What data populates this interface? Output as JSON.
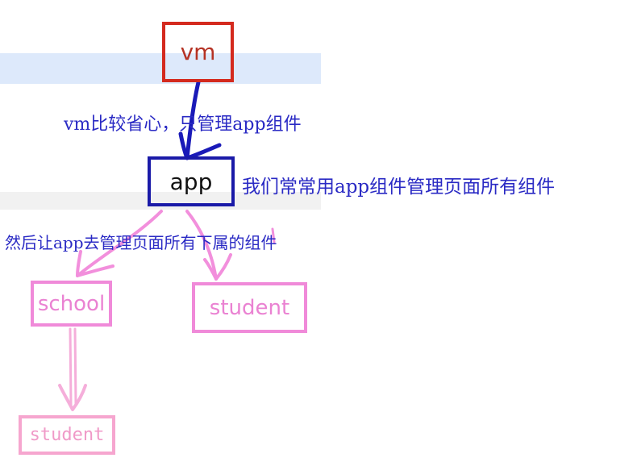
{
  "nodes": {
    "vm": "vm",
    "app": "app",
    "school": "school",
    "student_top": "student",
    "student_bottom": "student"
  },
  "annotations": {
    "vm_note": "vm比较省心，只管理app组件",
    "app_note": "我们常常用app组件管理页面所有组件",
    "sub_note": "然后让app去管理页面所有下属的组件"
  },
  "colors": {
    "vm_border": "#d42a1e",
    "app_border": "#1a1aa8",
    "child_border": "#f08ad9",
    "grandchild_border": "#f6a6cf",
    "note_text": "#2a2ac4"
  }
}
